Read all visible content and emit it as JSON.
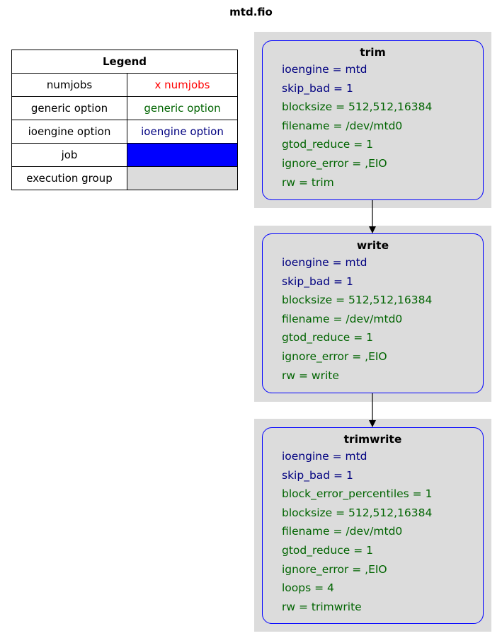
{
  "title": "mtd.fio",
  "legend": {
    "header": "Legend",
    "rows": [
      {
        "label": "numjobs",
        "sample": "x numjobs",
        "color": "#ff0000"
      },
      {
        "label": "generic option",
        "sample": "generic option",
        "color": "#006400"
      },
      {
        "label": "ioengine option",
        "sample": "ioengine option",
        "color": "#000080"
      },
      {
        "label": "job",
        "swatch": "#0000ff"
      },
      {
        "label": "execution group",
        "swatch": "#dcdcdc"
      }
    ]
  },
  "jobs": [
    {
      "name": "trim",
      "ioengine_options": [
        "ioengine = mtd",
        "skip_bad = 1"
      ],
      "generic_options": [
        "blocksize = 512,512,16384",
        "filename = /dev/mtd0",
        "gtod_reduce = 1",
        "ignore_error = ,EIO",
        "rw = trim"
      ]
    },
    {
      "name": "write",
      "ioengine_options": [
        "ioengine = mtd",
        "skip_bad = 1"
      ],
      "generic_options": [
        "blocksize = 512,512,16384",
        "filename = /dev/mtd0",
        "gtod_reduce = 1",
        "ignore_error = ,EIO",
        "rw = write"
      ]
    },
    {
      "name": "trimwrite",
      "ioengine_options": [
        "ioengine = mtd",
        "skip_bad = 1"
      ],
      "generic_options": [
        "block_error_percentiles = 1",
        "blocksize = 512,512,16384",
        "filename = /dev/mtd0",
        "gtod_reduce = 1",
        "ignore_error = ,EIO",
        "loops = 4",
        "rw = trimwrite"
      ]
    }
  ],
  "colors": {
    "numjobs": "#ff0000",
    "generic_option": "#006400",
    "ioengine_option": "#000080",
    "job_border": "#0000ff",
    "execution_group": "#dcdcdc"
  }
}
